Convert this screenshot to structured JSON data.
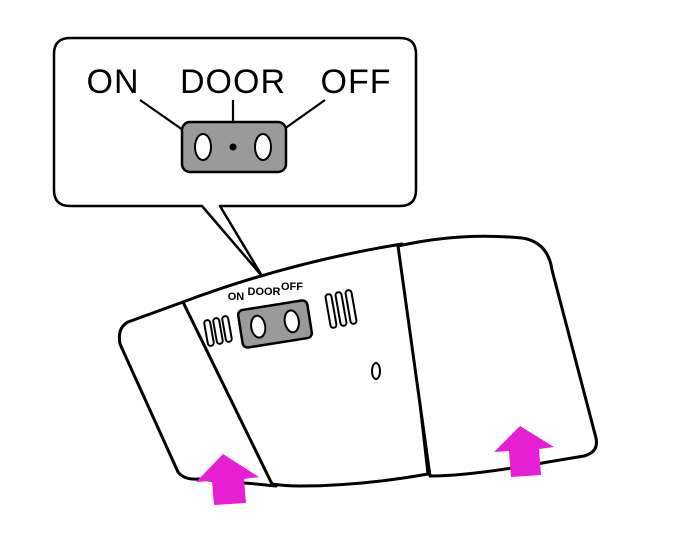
{
  "callout": {
    "labels": {
      "on": "ON",
      "door": "DOOR",
      "off": "OFF"
    }
  },
  "lamp": {
    "labels": {
      "on": "ON",
      "door": "DOOR",
      "off": "OFF"
    }
  },
  "colors": {
    "arrow": "#e61fd2",
    "switch_body": "#9a9a9a",
    "outline": "#000000",
    "fill": "#ffffff"
  },
  "icons": [
    "up-arrow-icon",
    "up-arrow-icon"
  ]
}
